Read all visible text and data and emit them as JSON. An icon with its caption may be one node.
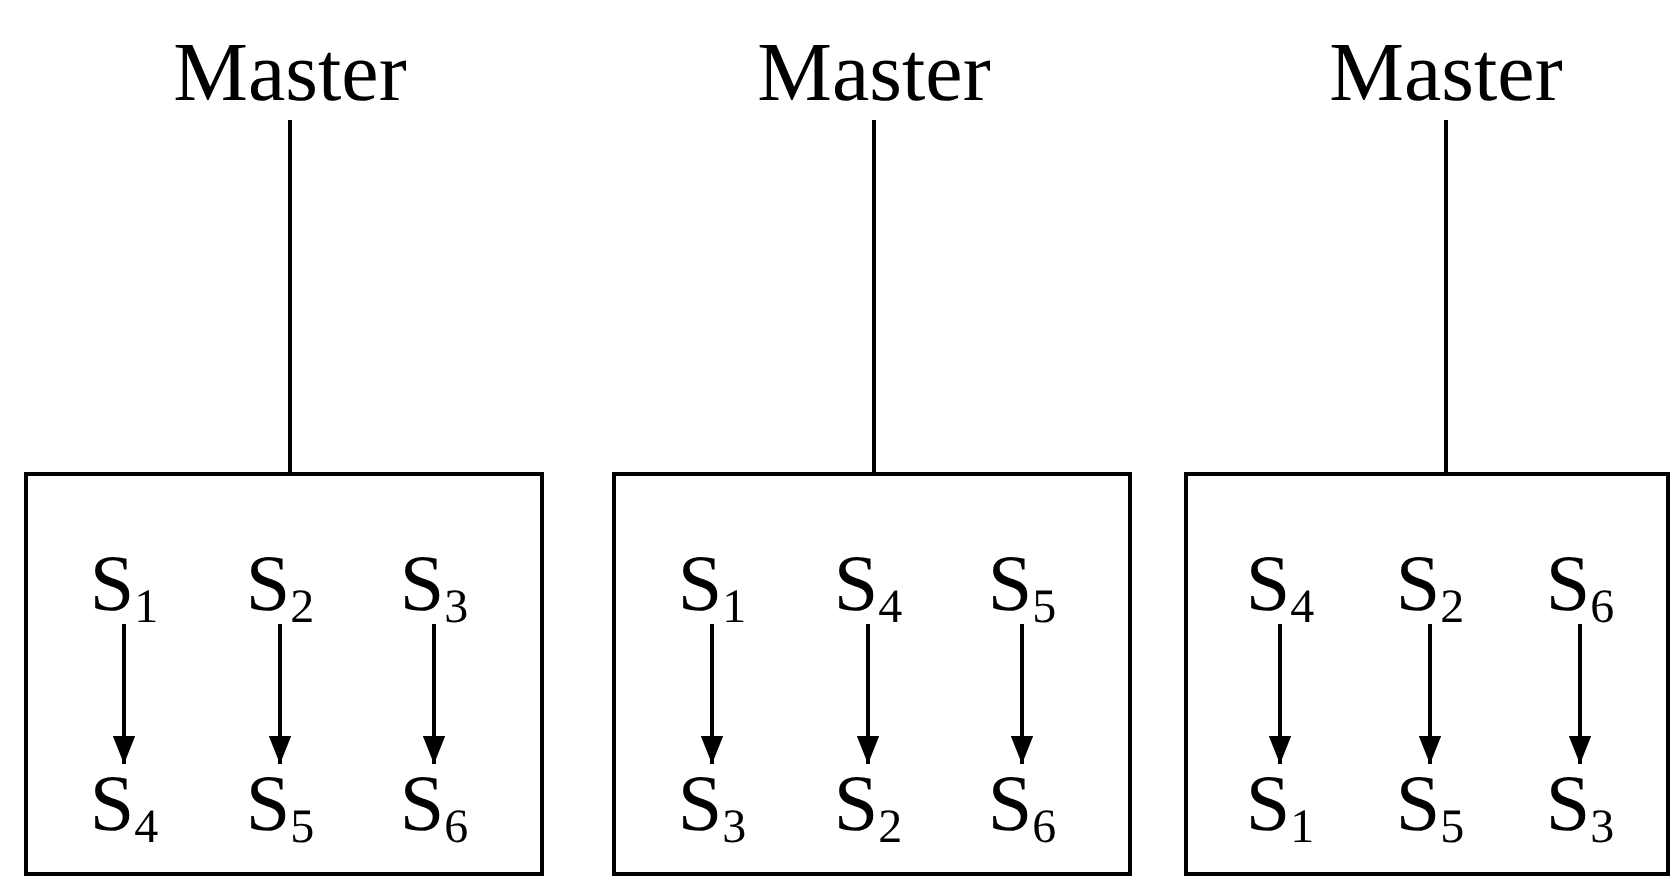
{
  "diagram": {
    "nodes": [
      {
        "text": [
          "Master"
        ]
      },
      {
        "text": [
          "Master"
        ]
      },
      {
        "text": [
          "Master"
        ]
      },
      {
        "text": [],
        "shape": "box"
      },
      {
        "text": [
          "S$_{1}$"
        ],
        "in": 3
      },
      {
        "text": [
          "S$_{2}$"
        ],
        "in": 3
      },
      {
        "text": [
          "S$_{3}$"
        ],
        "in": 3
      },
      {
        "text": [
          "S$_{4}$"
        ],
        "in": 3
      },
      {
        "text": [
          "S$_{5}$"
        ],
        "in": 3
      },
      {
        "text": [
          "S$_{6}$"
        ],
        "in": 3
      },
      {
        "text": [],
        "shape": "box"
      },
      {
        "text": [
          "S$_{1}$"
        ],
        "in": 10
      },
      {
        "text": [
          "S$_{4}$"
        ],
        "in": 10
      },
      {
        "text": [
          "S$_{5}$"
        ],
        "in": 10
      },
      {
        "text": [
          "S$_{3}$"
        ],
        "in": 10
      },
      {
        "text": [
          "S$_{2}$"
        ],
        "in": 10
      },
      {
        "text": [
          "S$_{6}$"
        ],
        "in": 10
      },
      {
        "text": [],
        "shape": "box"
      },
      {
        "text": [
          "S$_{4}$"
        ],
        "in": 17
      },
      {
        "text": [
          "S$_{2}$"
        ],
        "in": 17
      },
      {
        "text": [
          "S$_{6}$"
        ],
        "in": 17
      },
      {
        "text": [
          "S$_{1}$"
        ],
        "in": 17
      },
      {
        "text": [
          "S$_{5}$"
        ],
        "in": 17
      },
      {
        "text": [
          "S$_{3}$"
        ],
        "in": 17
      }
    ],
    "edges": [
      {
        "from": 0,
        "to": 3,
        "arrow": "none"
      },
      {
        "from": 1,
        "to": 10,
        "arrow": "none"
      },
      {
        "from": 2,
        "to": 17,
        "arrow": "none"
      },
      {
        "from": 4,
        "to": 7,
        "arrow": "to"
      },
      {
        "from": 5,
        "to": 8,
        "arrow": "to"
      },
      {
        "from": 6,
        "to": 9,
        "arrow": "to"
      },
      {
        "from": 11,
        "to": 14,
        "arrow": "to"
      },
      {
        "from": 12,
        "to": 15,
        "arrow": "to"
      },
      {
        "from": 13,
        "to": 16,
        "arrow": "to"
      },
      {
        "from": 18,
        "to": 21,
        "arrow": "to"
      },
      {
        "from": 19,
        "to": 22,
        "arrow": "to"
      },
      {
        "from": 20,
        "to": 23,
        "arrow": "to"
      }
    ]
  }
}
